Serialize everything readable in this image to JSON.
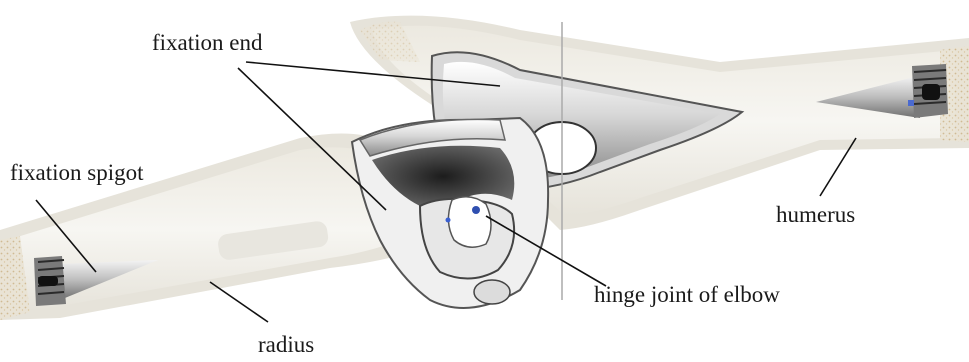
{
  "labels": {
    "fixation_end": "fixation end",
    "fixation_spigot": "fixation spigot",
    "humerus": "humerus",
    "hinge_joint": "hinge joint of elbow",
    "radius": "radius"
  },
  "colors": {
    "bone_outer": "#e3e1d9",
    "bone_inner": "#f4f3ef",
    "bone_speckle": "#d9c7a4",
    "metal_light": "#f2f2f2",
    "metal_dark": "#3a3a3a",
    "line": "#111111"
  }
}
